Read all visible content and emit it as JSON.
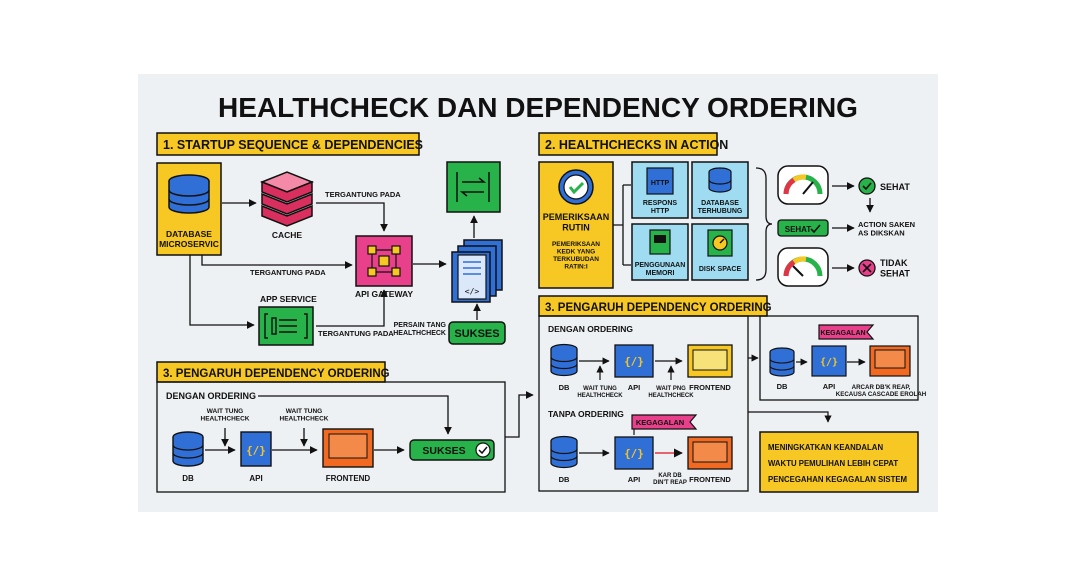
{
  "title": "HEALTHCHECK DAN DEPENDENCY ORDERING",
  "colors": {
    "yellow": "#f7c823",
    "pink": "#e8408a",
    "green": "#27b24a",
    "blue": "#2f6fd6",
    "orange": "#f26a21",
    "cyan": "#9fdcf2",
    "red": "#e03546",
    "panel": "#eef1f4"
  },
  "section1": {
    "heading": "1. STARTUP SEQUENCE & DEPENDENCIES",
    "database": "DATABASE\nMICROSERVIC",
    "cache": "CACHE",
    "api_gateway": "API GATEWAY",
    "app_service": "APP SERVICE",
    "dep1": "TERGANTUNG PADA",
    "dep2": "TERGANTUNG PADA",
    "dep3": "TERGANTUNG PADA",
    "check_note": "PERSAIN TANG\nHEALTHCHECK",
    "success": "SUKSES"
  },
  "section2": {
    "heading": "2. HEALTHCHECKS IN ACTION",
    "routine_title": "PEMERIKSAAN\nRUTIN",
    "routine_sub": "PEMERIKSAAN\nKEDK YANG\nTERKUBUDAN\nRATIN:I",
    "http": "HTTP",
    "http_label": "RESPONS\nHTTP",
    "db_label": "DATABASE\nTERHUBUNG",
    "memory_label": "PENGGUNAAN\nMEMORI",
    "disk_label": "DISK SPACE",
    "healthy": "SEHAT",
    "badge": "SEHAT",
    "action": "ACTION SAKEN\nAS DIKSKAN",
    "unhealthy": "TIDAK\nSEHAT"
  },
  "section3_left": {
    "heading": "3. PENGARUH DEPENDENCY ORDERING",
    "with_ordering": "DENGAN ORDERING",
    "wait1": "WAIT TUNG\nHEALTHCHECK",
    "wait2": "WAIT TUNG\nHEALTHCHECK",
    "db": "DB",
    "api": "API",
    "frontend": "FRONTEND",
    "success": "SUKSES"
  },
  "section3_right": {
    "heading": "3. PENGARUH DEPENDENCY ORDERING",
    "with_ordering": "DENGAN ORDERING",
    "wait1": "WAIT TUNG\nHEALTHCHECK",
    "wait2": "WAIT PNG\nHEALTHCHECK",
    "db": "DB",
    "api": "API",
    "frontend": "FRONTEND",
    "without_ordering": "TANPA ORDERING",
    "failure": "KEGAGALAN",
    "kar_db": "KAR DB\nDIN'T REAP",
    "db2": "DB",
    "api2": "API",
    "frontend2": "FRONTEND",
    "failure2": "KEGAGALAN",
    "db3": "DB",
    "api3": "API",
    "cascade": "ARCAR DB'K REAP,\nKECAUSA CASCADE EROLAH",
    "benefits": [
      "MENINGKATKAN KEANDALAN",
      "WAKTU PEMULIHAN LEBIH CEPAT",
      "PENCEGAHAN KEGAGALAN SISTEM"
    ]
  }
}
